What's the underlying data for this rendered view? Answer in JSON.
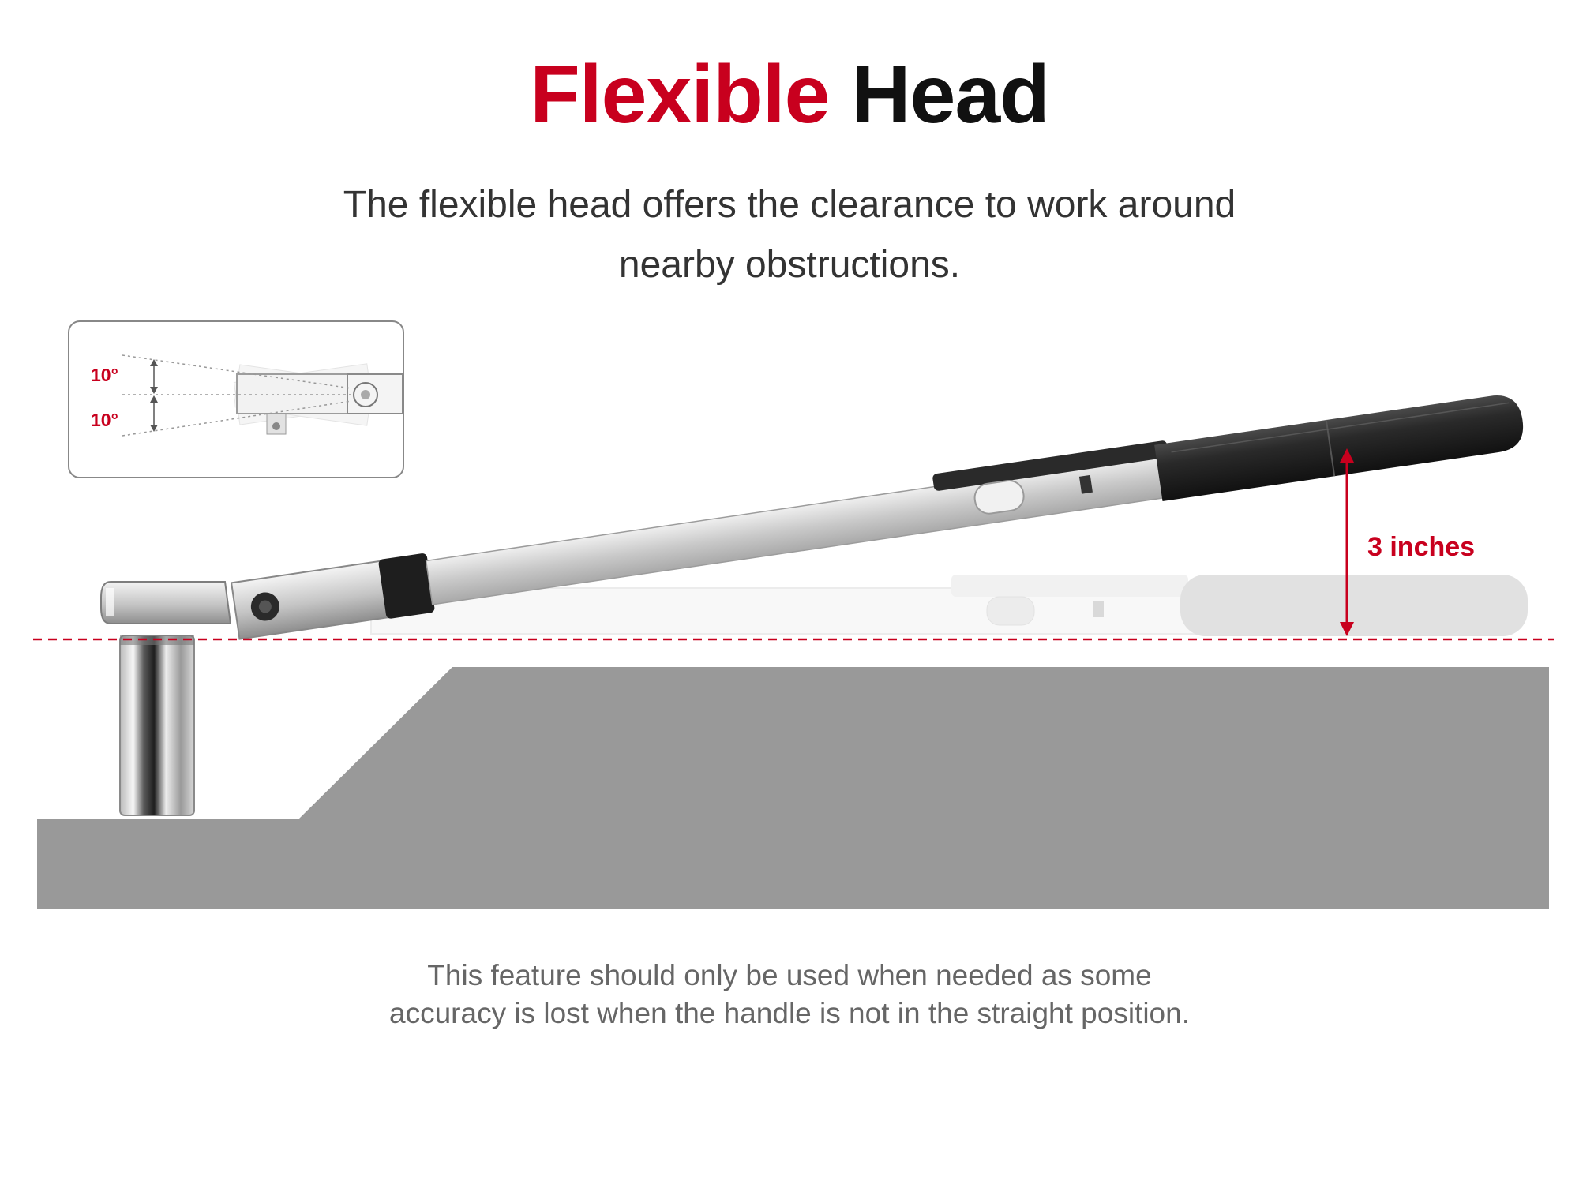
{
  "title": {
    "accent": "Flexible",
    "rest": "Head"
  },
  "subtitle": {
    "line1": "The flexible head offers the clearance to work around",
    "line2": "nearby obstructions."
  },
  "inset": {
    "angle_up": "10°",
    "angle_down": "10°"
  },
  "clearance": {
    "label": "3 inches"
  },
  "footnote": {
    "line1": "This feature should only be used when needed as some",
    "line2": "accuracy is lost when the handle is not in the straight position."
  },
  "colors": {
    "accent": "#c8001e",
    "title_dark": "#111111",
    "ground": "#999999",
    "handle": "#222222",
    "shaft": "#cfcfcf"
  }
}
